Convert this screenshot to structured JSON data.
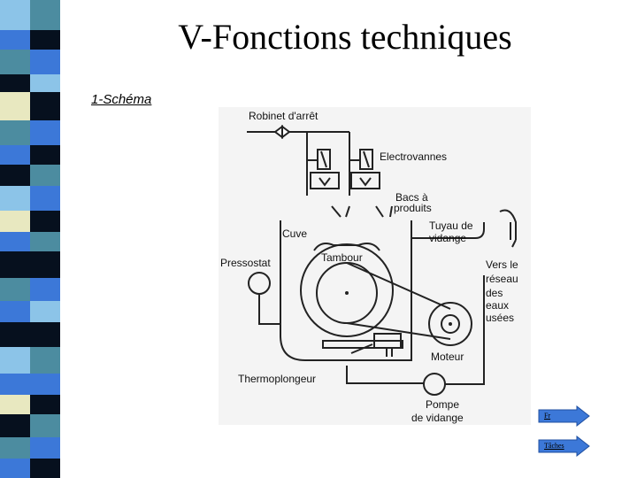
{
  "slide": {
    "title": "V-Fonctions techniques",
    "subtitle": "1-Schéma"
  },
  "diagram": {
    "labels": {
      "robinet": "Robinet d'arrêt",
      "electrovannes": "Electrovannes",
      "bacs": "Bacs à",
      "produits": "produits",
      "cuve": "Cuve",
      "tuyau1": "Tuyau de",
      "tuyau2": "vidange",
      "tambour": "Tambour",
      "pressostat": "Pressostat",
      "vers1": "Vers le",
      "vers2": "réseau",
      "vers3": "des",
      "vers4": "eaux",
      "vers5": "usées",
      "moteur": "Moteur",
      "thermo": "Thermoplongeur",
      "pompe1": "Pompe",
      "pompe2": "de vidange"
    }
  },
  "nav": {
    "button1_label": "Fr",
    "button2_label": "Tâches"
  },
  "colors": {
    "accent_blue": "#3c78d8",
    "strip_dark": "#06101e",
    "strip_cream": "#e8e8c0",
    "strip_teal": "#4c8ca0",
    "strip_light": "#8cc4e8"
  }
}
